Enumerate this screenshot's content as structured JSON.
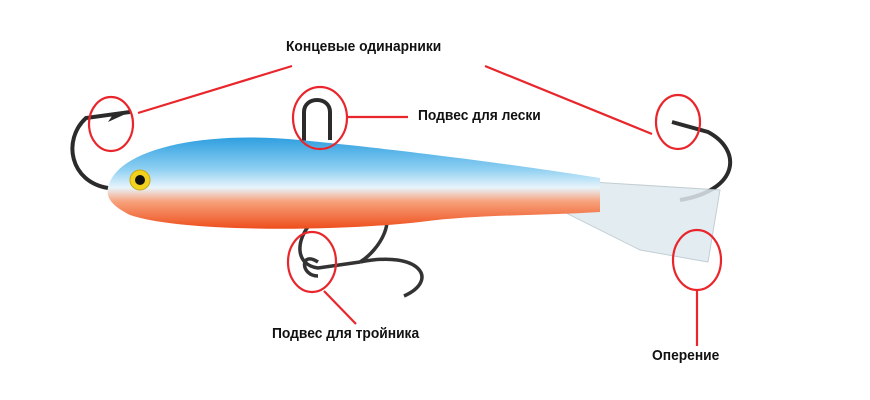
{
  "labels": {
    "end_hooks": "Концевые одинарники",
    "line_hanger": "Подвес для лески",
    "treble_hanger": "Подвес для тройника",
    "tail_fin": "Оперение"
  },
  "colors": {
    "callout": "#e8262b",
    "body_blue": "#3aa8e6",
    "belly_orange": "#f05a22",
    "hook": "#2b2b2b"
  }
}
